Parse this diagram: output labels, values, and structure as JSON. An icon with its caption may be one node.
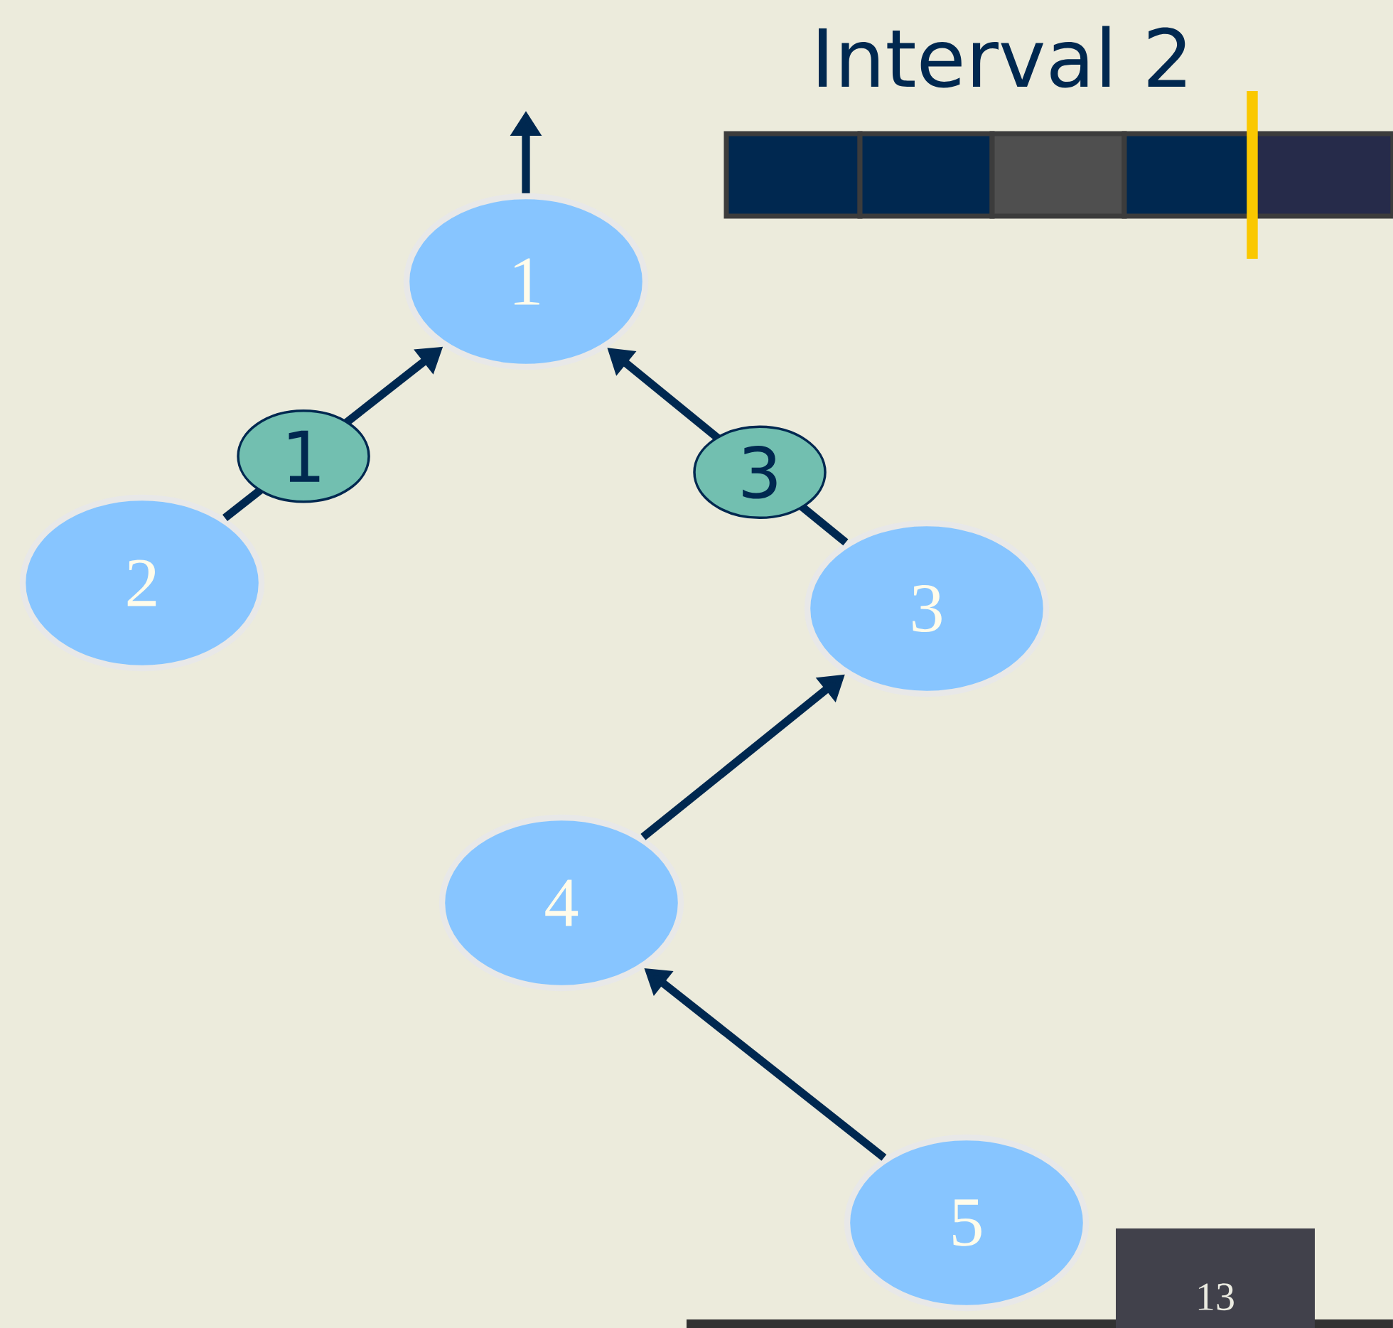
{
  "diagram": {
    "title": "Interval 2",
    "nodes": [
      {
        "text": [
          "1"
        ]
      },
      {
        "text": [
          "2"
        ]
      },
      {
        "text": [
          "3"
        ]
      },
      {
        "text": [
          "4"
        ]
      },
      {
        "text": [
          "5"
        ]
      }
    ],
    "edges": [
      {
        "from": 0,
        "to": null,
        "arrow": "to"
      },
      {
        "from": 1,
        "to": 0,
        "arrow": "to",
        "label": "1"
      },
      {
        "from": 2,
        "to": 0,
        "arrow": "to",
        "label": "3"
      },
      {
        "from": 3,
        "to": 2,
        "arrow": "to"
      },
      {
        "from": 4,
        "to": 3,
        "arrow": "to"
      }
    ],
    "labels": [
      "13"
    ]
  }
}
